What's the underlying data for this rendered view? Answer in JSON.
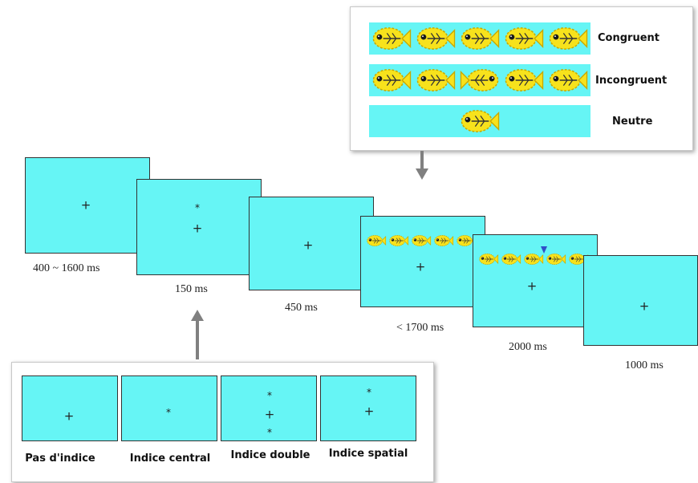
{
  "timeline": {
    "fixation_symbol": "+",
    "cue_symbol": "*",
    "durations": [
      "400 ~ 1600 ms",
      "150 ms",
      "450 ms",
      "< 1700 ms",
      "2000 ms",
      "1000 ms"
    ]
  },
  "flanker_conditions": {
    "items": [
      {
        "label": "Congruent"
      },
      {
        "label": "Incongruent"
      },
      {
        "label": "Neutre"
      }
    ]
  },
  "cue_conditions": {
    "items": [
      {
        "label": "Pas d'indice"
      },
      {
        "label": "Indice central"
      },
      {
        "label": "Indice double"
      },
      {
        "label": "Indice spatial"
      }
    ]
  },
  "colors": {
    "screen": "#66f5f5",
    "fish_body": "#f7e21c",
    "fish_outline": "#c8a800",
    "arrow": "#808080"
  }
}
